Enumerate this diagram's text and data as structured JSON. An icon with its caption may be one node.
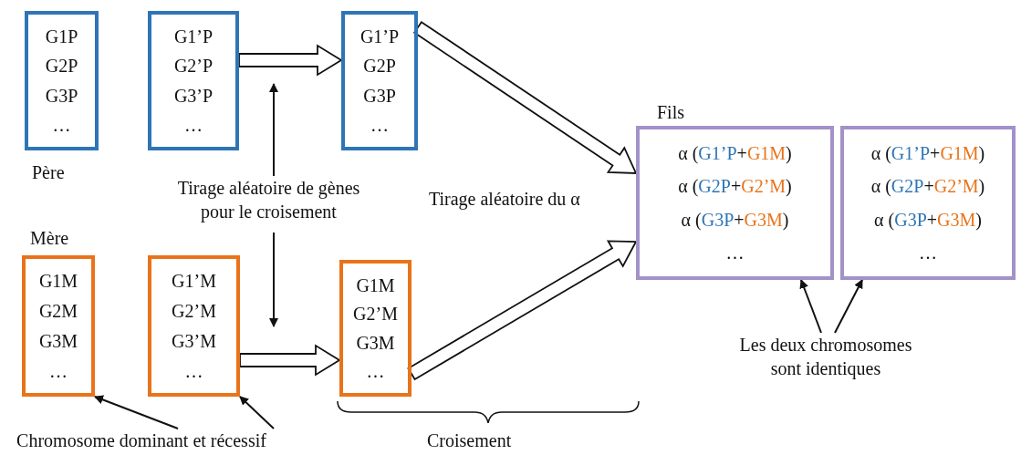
{
  "diagram": {
    "nodes": [
      {
        "text": [
          "G1P",
          "G2P",
          "G3P",
          "…"
        ],
        "beside": [
          "Père"
        ]
      },
      {
        "text": [
          "G1’P",
          "G2’P",
          "G3’P",
          "…"
        ]
      },
      {
        "text": [
          "G1’P",
          "G2P",
          "G3P",
          "…"
        ]
      },
      {
        "text": [
          "G1M",
          "G2M",
          "G3M",
          "…"
        ],
        "beside": [
          "Mère"
        ]
      },
      {
        "text": [
          "G1’M",
          "G2’M",
          "G3’M",
          "…"
        ]
      },
      {
        "text": [
          "G1M",
          "G2’M",
          "G3M",
          "…"
        ]
      },
      {
        "text": [
          "α (G1’P+G1M)",
          "α (G2P+G2’M)",
          "α (G3P+G3M)",
          "…"
        ],
        "beside": [
          "Fils"
        ]
      },
      {
        "text": [
          "α (G1’P+G1M)",
          "α (G2P+G2’M)",
          "α (G3P+G3M)",
          "…"
        ]
      },
      {
        "text": [
          "Tirage aléatoire de gènes pour le croisement"
        ]
      },
      {
        "text": [
          "Les deux chromosomes sont identiques"
        ]
      },
      {
        "text": [
          "Chromosome dominant et récessif"
        ]
      }
    ],
    "edges": [
      {
        "from": 1,
        "to": 2,
        "arrow": "to",
        "style": "thick"
      },
      {
        "from": 4,
        "to": 5,
        "arrow": "to",
        "style": "thick"
      },
      {
        "from": 2,
        "to": 6,
        "arrow": "to",
        "style": "thick"
      },
      {
        "from": 5,
        "to": 6,
        "arrow": "to",
        "style": "thick"
      },
      {
        "from": 8,
        "to": null,
        "arrow": "to"
      },
      {
        "from": 8,
        "to": null,
        "arrow": "to"
      },
      {
        "from": 9,
        "to": 6,
        "arrow": "to"
      },
      {
        "from": 9,
        "to": 7,
        "arrow": "to"
      },
      {
        "from": 10,
        "to": 3,
        "arrow": "to"
      },
      {
        "from": 10,
        "to": 4,
        "arrow": "to"
      }
    ],
    "labels": [
      "Tirage aléatoire du α",
      "Croisement"
    ]
  }
}
